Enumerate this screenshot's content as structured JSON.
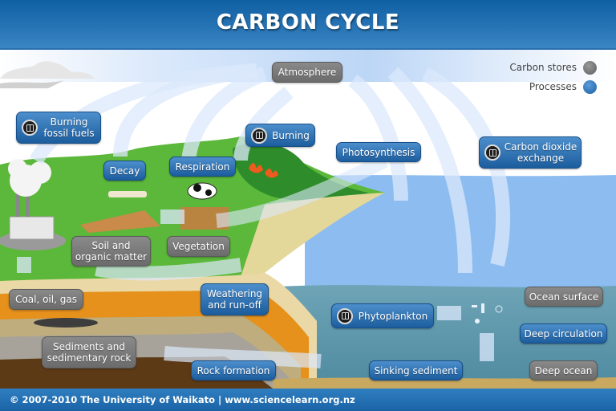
{
  "header": {
    "title": "CARBON CYCLE"
  },
  "legend": {
    "items": [
      {
        "label": "Carbon stores",
        "color": "#6b6b6b",
        "type": "store"
      },
      {
        "label": "Processes",
        "color": "#1f63a8",
        "type": "process"
      }
    ]
  },
  "stores": {
    "atmosphere": "Atmosphere",
    "soil": "Soil and organic matter",
    "soil_line1": "Soil and",
    "soil_line2": "organic matter",
    "vegetation": "Vegetation",
    "fossil": "Coal, oil, gas",
    "sediments_line1": "Sediments and",
    "sediments_line2": "sedimentary rock",
    "ocean_surface": "Ocean surface",
    "deep_ocean": "Deep ocean"
  },
  "processes": {
    "burning_fossil_line1": "Burning",
    "burning_fossil_line2": "fossil fuels",
    "decay": "Decay",
    "respiration": "Respiration",
    "burning": "Burning",
    "photosynthesis": "Photosynthesis",
    "co2_line1": "Carbon dioxide",
    "co2_line2": "exchange",
    "weathering_line1": "Weathering",
    "weathering_line2": "and run-off",
    "phytoplankton": "Phytoplankton",
    "deep_circulation": "Deep circulation",
    "sinking": "Sinking sediment",
    "rock_formation": "Rock formation"
  },
  "icons": {
    "video": "video-icon"
  },
  "colors": {
    "header": "#1a67ab",
    "process": "#1f63a8",
    "store": "#6b6b6b",
    "ocean_surface": "#8cbcf0",
    "ocean_deep": "#5d95a8",
    "land": "#5cb83a"
  },
  "footer": {
    "credit": "© 2007-2010 The University of Waikato | www.sciencelearn.org.nz"
  }
}
